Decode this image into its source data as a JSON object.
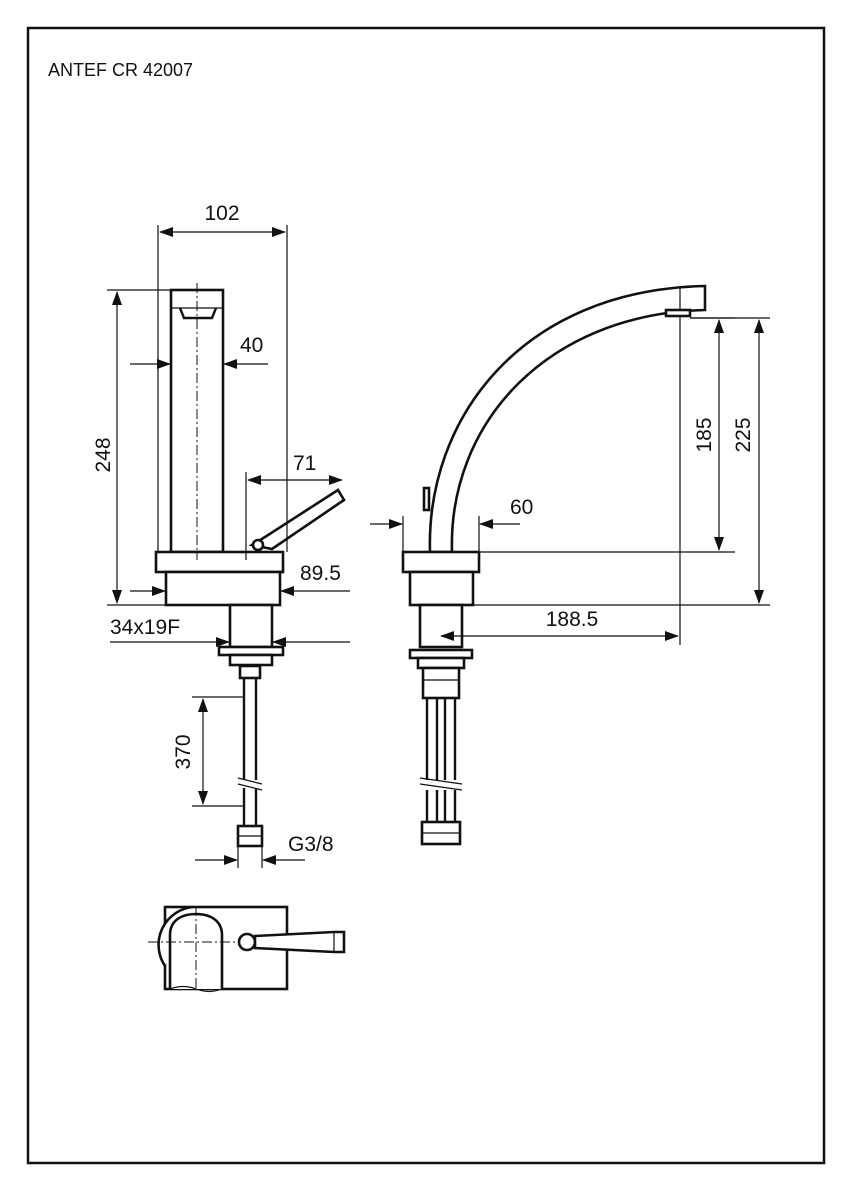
{
  "title": "ANTEF CR 42007",
  "dimensions": {
    "width_top": "102",
    "spout_width": "40",
    "height_total": "248",
    "lever_offset": "71",
    "base_diameter": "89.5",
    "thread": "34x19F",
    "hose_length": "370",
    "hose_connector": "G3/8",
    "side_spout_width": "60",
    "spout_outlet_height": "185",
    "spout_top_height": "225",
    "spout_reach": "188.5"
  },
  "colors": {
    "line": "#111111",
    "background": "#ffffff"
  }
}
